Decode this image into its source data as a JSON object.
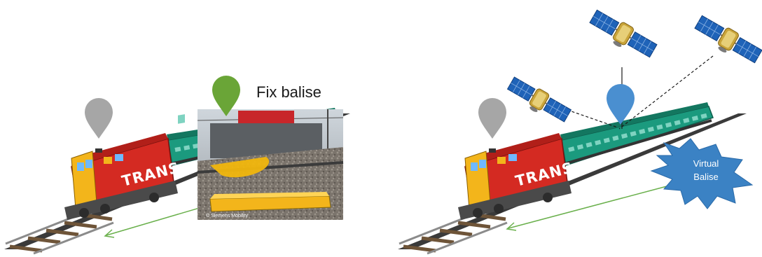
{
  "left_panel": {
    "fix_balise_label": "Fix balise",
    "train_text": "TRANS",
    "photo_credit": "© Siemens Mobility"
  },
  "right_panel": {
    "train_text": "TRANS",
    "virtual_balise_label": {
      "line1": "Virtual",
      "line2": "Balise"
    }
  },
  "colors": {
    "train_pin": "#a6a6a6",
    "fix_balise_pin": "#6aa537",
    "virtual_balise_pin": "#4a8fd0",
    "virtual_balise_burst": "#3b82c4",
    "locomotive_red": "#d42a22",
    "locomotive_yellow": "#f3b51b",
    "carriage_green": "#1b9a7e",
    "track_arrow": "#6ab04c"
  },
  "icons": [
    "location-pin-icon",
    "satellite-icon",
    "locomotive-icon",
    "balise-photo"
  ]
}
